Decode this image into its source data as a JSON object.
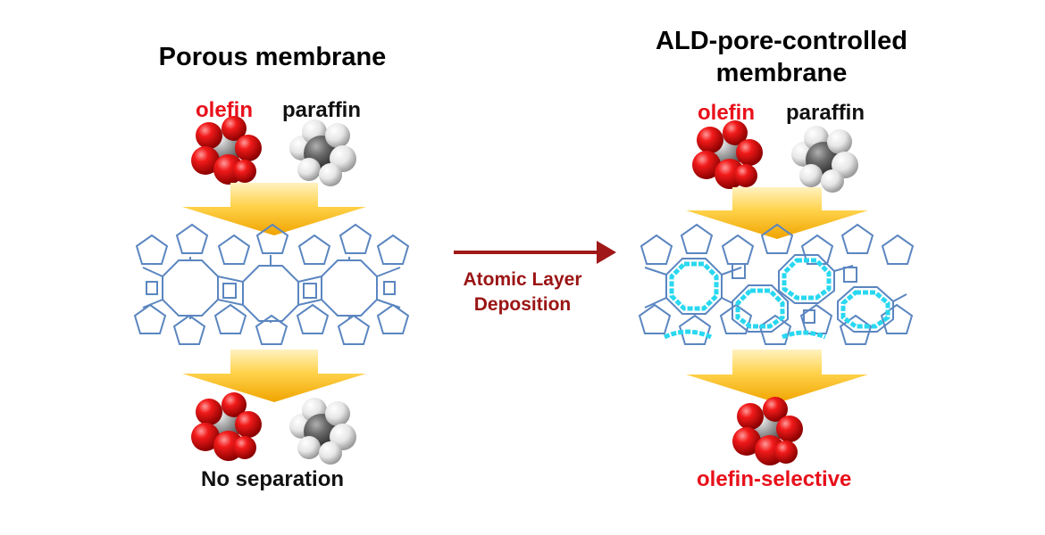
{
  "left_panel": {
    "title": "Porous membrane",
    "feed_labels": [
      "olefin",
      "paraffin"
    ],
    "result_label": "No separation"
  },
  "right_panel": {
    "title_line1": "ALD-pore-controlled",
    "title_line2": "membrane",
    "feed_labels": [
      "olefin",
      "paraffin"
    ],
    "result_label": "olefin-selective"
  },
  "process_arrow": {
    "label_line1": "Atomic Layer",
    "label_line2": "Deposition"
  },
  "colors": {
    "olefin_red": "#e8101a",
    "paraffin_black": "#111111",
    "flow_arrow": "#f5b400",
    "framework": "#5b86c0",
    "ald_coating": "#29d8f0",
    "process_arrow": "#a01818"
  }
}
